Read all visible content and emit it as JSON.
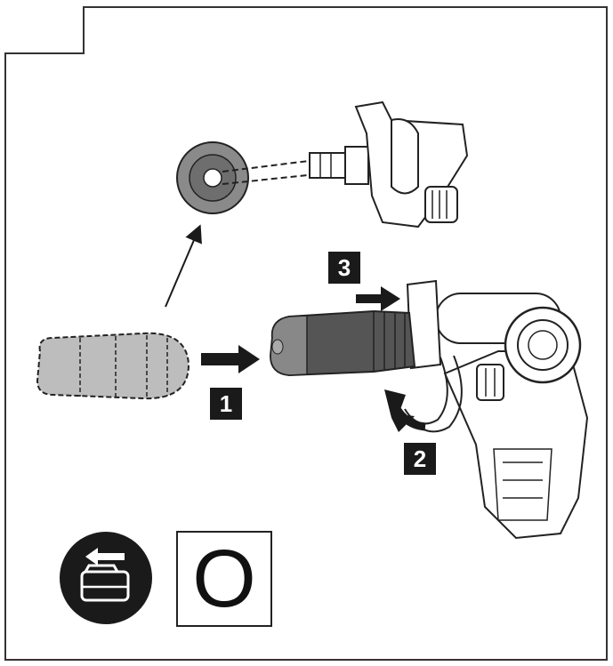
{
  "steps": {
    "one": "1",
    "two": "2",
    "three": "3"
  },
  "mode_indicator": {
    "text": "O"
  },
  "icons": {
    "battery": "remove-battery-icon",
    "quick_chuck": "quick-change-chuck-icon",
    "drill": "rotary-hammer-icon"
  },
  "colors": {
    "ink": "#1a1a1a",
    "paper": "#ffffff",
    "chuck_shade": "#777777"
  }
}
